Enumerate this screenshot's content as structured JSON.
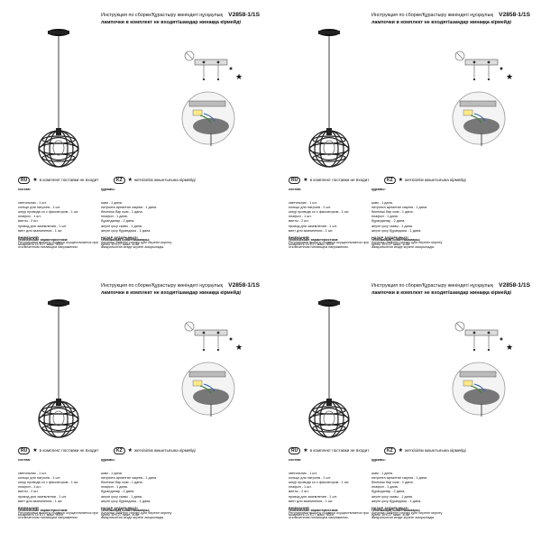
{
  "sheets": [
    {
      "title": "Инструкция по сборке/Құрастыру жөніндегі нұсқаулық",
      "model": "V2858-1/1S",
      "subtitle": "лампочки в комплект не входят/шамдар жинаққа кірмейді",
      "note_ru_badge": "RU",
      "note_ru": "в комплект поставки не входит",
      "note_kz_badge": "KZ",
      "note_kz": "жеткізілім жиынтығына кірмейді",
      "ru_heading": "состав:",
      "ru_items": [
        "светильник - 1 шт.",
        "кольцо для патрона - 1 шт.",
        "шнур провода со с фиксатором - 1 шт.",
        "плафон - 1 шт.",
        "винты - 2 шт.",
        "провод для заземления - 1 шт.",
        "винт для заземления - 1 шт."
      ],
      "ru_tech_heading": "технические характеристики:",
      "ru_tech": "мощность 1х E27 макс. 40Вт",
      "kz_heading": "құрамы:",
      "kz_items": [
        "шам - 1 дана.",
        "патронға арналған сақина - 1 дана.",
        "бекіткіші бар сым - 1 дана.",
        "плафон - 1 дана.",
        "бұрандалар - 2 дана.",
        "жерге қосу сымы - 1 дана.",
        "жерге қосу бұрандасы - 1 дана."
      ],
      "kz_tech_heading": "техникалық сипаттамалары:",
      "kz_tech": "қуаты 1х E27 макс. 40Вт",
      "ru_warn_heading": "ВНИМАНИЕ!",
      "ru_warn": "Регулировка высоты подвеса осуществляется при отключенном питающем напряжении.",
      "kz_warn_heading": "НАЗАР АУДАРЫҢЫЗ!",
      "kz_warn": "Аспаның биіктігін реттеу қуат беретін кернеу ажыратылған кезде жүзеге асырылады."
    },
    {
      "title": "Инструкция по сборке/Құрастыру жөніндегі нұсқаулық",
      "model": "V2858-1/1S",
      "subtitle": "лампочки в комплект не входят/шамдар жинаққа кірмейді",
      "note_ru_badge": "RU",
      "note_ru": "в комплект поставки не входит",
      "note_kz_badge": "KZ",
      "note_kz": "жеткізілім жиынтығына кірмейді",
      "ru_heading": "состав:",
      "ru_items": [
        "светильник - 1 шт.",
        "кольцо для патрона - 1 шт.",
        "шнур провода со с фиксатором - 1 шт.",
        "плафон - 1 шт.",
        "винты - 2 шт.",
        "провод для заземления - 1 шт.",
        "винт для заземления - 1 шт."
      ],
      "ru_tech_heading": "технические характеристики:",
      "ru_tech": "мощность 1х E27 макс. 40Вт",
      "kz_heading": "құрамы:",
      "kz_items": [
        "шам - 1 дана.",
        "патронға арналған сақина - 1 дана.",
        "бекіткіші бар сым - 1 дана.",
        "плафон - 1 дана.",
        "бұрандалар - 2 дана.",
        "жерге қосу сымы - 1 дана.",
        "жерге қосу бұрандасы - 1 дана."
      ],
      "kz_tech_heading": "техникалық сипаттамалары:",
      "kz_tech": "қуаты 1х E27 макс. 40Вт",
      "ru_warn_heading": "ВНИМАНИЕ!",
      "ru_warn": "Регулировка высоты подвеса осуществляется при отключенном питающем напряжении.",
      "kz_warn_heading": "НАЗАР АУДАРЫҢЫЗ!",
      "kz_warn": "Аспаның биіктігін реттеу қуат беретін кернеу ажыратылған кезде жүзеге асырылады."
    },
    {
      "title": "Инструкция по сборке/Құрастыру жөніндегі нұсқаулық",
      "model": "V2858-1/1S",
      "subtitle": "лампочки в комплект не входят/шамдар жинаққа кірмейді",
      "note_ru_badge": "RU",
      "note_ru": "в комплект поставки не входит",
      "note_kz_badge": "KZ",
      "note_kz": "жеткізілім жиынтығына кірмейді",
      "ru_heading": "состав:",
      "ru_items": [
        "светильник - 1 шт.",
        "кольцо для патрона - 1 шт.",
        "шнур провода со с фиксатором - 1 шт.",
        "плафон - 1 шт.",
        "винты - 2 шт.",
        "провод для заземления - 1 шт.",
        "винт для заземления - 1 шт."
      ],
      "ru_tech_heading": "технические характеристики:",
      "ru_tech": "мощность 1х E27 макс. 40Вт",
      "kz_heading": "құрамы:",
      "kz_items": [
        "шам - 1 дана.",
        "патронға арналған сақина - 1 дана.",
        "бекіткіші бар сым - 1 дана.",
        "плафон - 1 дана.",
        "бұрандалар - 2 дана.",
        "жерге қосу сымы - 1 дана.",
        "жерге қосу бұрандасы - 1 дана."
      ],
      "kz_tech_heading": "техникалық сипаттамалары:",
      "kz_tech": "қуаты 1х E27 макс. 40Вт",
      "ru_warn_heading": "ВНИМАНИЕ!",
      "ru_warn": "Регулировка высоты подвеса осуществляется при отключенном питающем напряжении.",
      "kz_warn_heading": "НАЗАР АУДАРЫҢЫЗ!",
      "kz_warn": "Аспаның биіктігін реттеу қуат беретін кернеу ажыратылған кезде жүзеге асырылады."
    },
    {
      "title": "Инструкция по сборке/Құрастыру жөніндегі нұсқаулық",
      "model": "V2858-1/1S",
      "subtitle": "лампочки в комплект не входят/шамдар жинаққа кірмейді",
      "note_ru_badge": "RU",
      "note_ru": "в комплект поставки не входит",
      "note_kz_badge": "KZ",
      "note_kz": "жеткізілім жиынтығына кірмейді",
      "ru_heading": "состав:",
      "ru_items": [
        "светильник - 1 шт.",
        "кольцо для патрона - 1 шт.",
        "шнур провода со с фиксатором - 1 шт.",
        "плафон - 1 шт.",
        "винты - 2 шт.",
        "провод для заземления - 1 шт.",
        "винт для заземления - 1 шт."
      ],
      "ru_tech_heading": "технические характеристики:",
      "ru_tech": "мощность 1х E27 макс. 40Вт",
      "kz_heading": "құрамы:",
      "kz_items": [
        "шам - 1 дана.",
        "патронға арналған сақина - 1 дана.",
        "бекіткіші бар сым - 1 дана.",
        "плафон - 1 дана.",
        "бұрандалар - 2 дана.",
        "жерге қосу сымы - 1 дана.",
        "жерге қосу бұрандасы - 1 дана."
      ],
      "kz_tech_heading": "техникалық сипаттамалары:",
      "kz_tech": "қуаты 1х E27 макс. 40Вт",
      "ru_warn_heading": "ВНИМАНИЕ!",
      "ru_warn": "Регулировка высоты подвеса осуществляется при отключенном питающем напряжении.",
      "kz_warn_heading": "НАЗАР АУДАРЫҢЫЗ!",
      "kz_warn": "Аспаның биіктігін реттеу қуат беретін кернеу ажыратылған кезде жүзеге асырылады."
    }
  ]
}
